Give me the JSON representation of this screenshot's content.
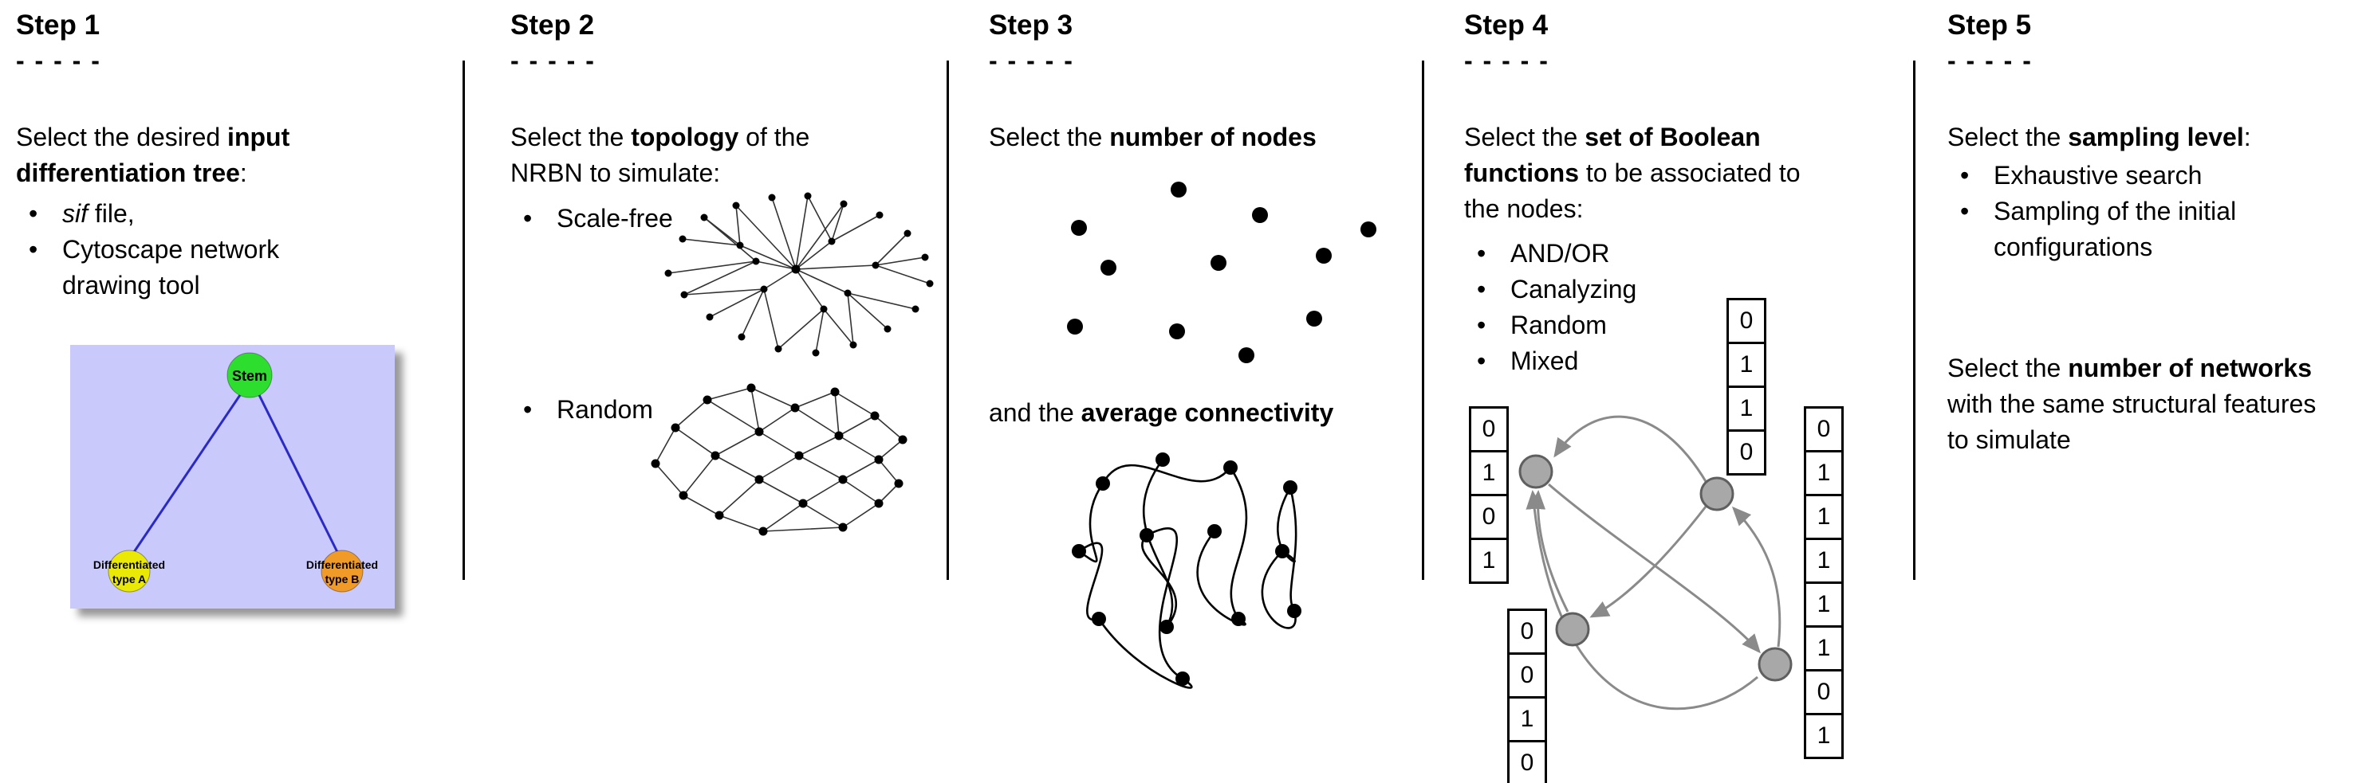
{
  "page": {
    "background": "#ffffff"
  },
  "steps": [
    {
      "title": "Step 1",
      "dashes": "- - - - -",
      "intro": [
        {
          "t": "Select the desired "
        },
        {
          "t": "input differentiation tree",
          "b": true
        },
        {
          "t": ":"
        }
      ],
      "bullets": [
        [
          {
            "t": "sif",
            "i": true
          },
          {
            "t": " file,"
          }
        ],
        [
          {
            "t": "Cytoscape network drawing tool"
          }
        ]
      ],
      "tree": {
        "background": "#c9c9fb",
        "edge_color": "#2a2ac8",
        "stem": {
          "label": "Stem",
          "color": "#2ede2e"
        },
        "type_a": {
          "label_line1": "Differentiated",
          "label_line2": "type A",
          "color": "#e9e905"
        },
        "type_b": {
          "label_line1": "Differentiated",
          "label_line2": "type B",
          "color": "#f09a28"
        }
      }
    },
    {
      "title": "Step 2",
      "dashes": "- - - - -",
      "intro": [
        {
          "t": "Select the "
        },
        {
          "t": "topology",
          "b": true
        },
        {
          "t": " of the NRBN to simulate:"
        }
      ],
      "bullets": [
        [
          {
            "t": "Scale-free"
          }
        ],
        [
          {
            "t": "Random"
          }
        ]
      ],
      "illustrations": [
        "scale-free-network",
        "random-network"
      ]
    },
    {
      "title": "Step 3",
      "dashes": "- - - - -",
      "intro": [
        {
          "t": "Select the "
        },
        {
          "t": "number of nodes",
          "b": true
        }
      ],
      "second": [
        {
          "t": "and the "
        },
        {
          "t": "average connectivity",
          "b": true
        }
      ],
      "illustrations": [
        "scattered-nodes",
        "connected-network"
      ]
    },
    {
      "title": "Step 4",
      "dashes": "- - - - -",
      "intro": [
        {
          "t": "Select the "
        },
        {
          "t": "set of Boolean functions",
          "b": true
        },
        {
          "t": " to be associated to the nodes:"
        }
      ],
      "bullets": [
        [
          {
            "t": "AND/OR"
          }
        ],
        [
          {
            "t": "Canalyzing"
          }
        ],
        [
          {
            "t": "Random"
          }
        ],
        [
          {
            "t": "Mixed"
          }
        ]
      ],
      "truth_tables": [
        [
          "0",
          "1",
          "0",
          "1"
        ],
        [
          "0",
          "1",
          "1",
          "0"
        ],
        [
          "0",
          "0",
          "1",
          "0"
        ],
        [
          "0",
          "1",
          "1",
          "1",
          "1",
          "1",
          "0",
          "1"
        ]
      ],
      "node_color": "#a8a8a8",
      "edge_color": "#8a8a8a"
    },
    {
      "title": "Step 5",
      "dashes": "- - - - -",
      "intro": [
        {
          "t": "Select the "
        },
        {
          "t": "sampling level",
          "b": true
        },
        {
          "t": ":"
        }
      ],
      "bullets": [
        [
          {
            "t": "Exhaustive search"
          }
        ],
        [
          {
            "t": "Sampling of the initial configurations"
          }
        ]
      ],
      "second": [
        {
          "t": "Select the "
        },
        {
          "t": "number of networks",
          "b": true
        },
        {
          "t": " with the same structural features to simulate"
        }
      ]
    }
  ]
}
